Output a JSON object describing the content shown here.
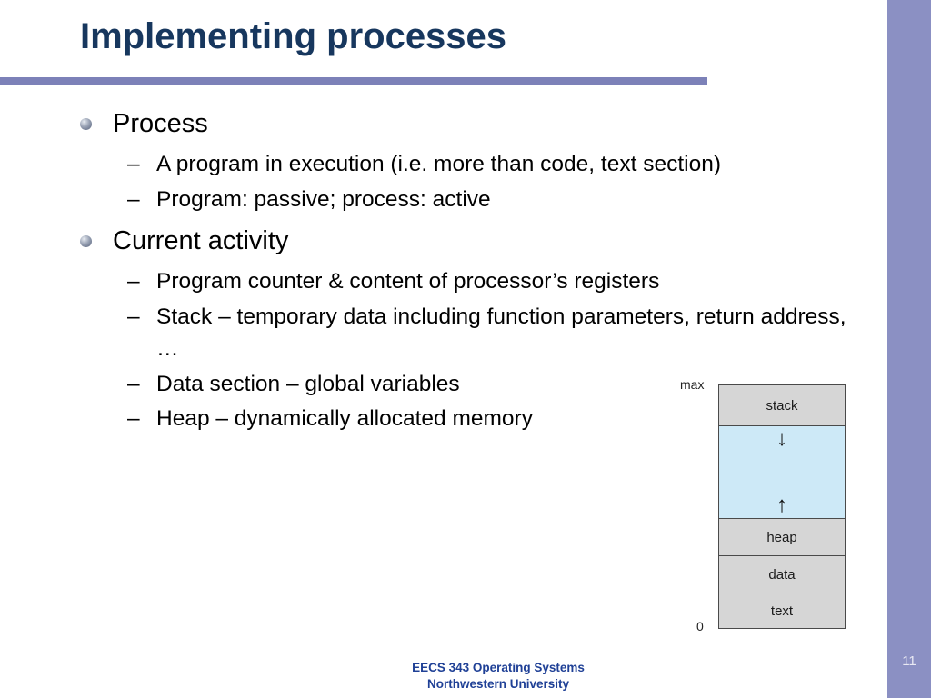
{
  "slide": {
    "title": "Implementing processes",
    "page_number": "11",
    "footer": {
      "line1": "EECS 343 Operating Systems",
      "line2": "Northwestern University"
    }
  },
  "content": {
    "dash": "–",
    "items": [
      {
        "level": 1,
        "text": "Process"
      },
      {
        "level": 2,
        "text": "A program in execution (i.e. more than code, text section)"
      },
      {
        "level": 2,
        "text": "Program: passive; process: active"
      },
      {
        "level": 1,
        "text": "Current activity"
      },
      {
        "level": 2,
        "text": "Program counter & content of processor’s registers"
      },
      {
        "level": 2,
        "text": "Stack – temporary data including function parameters, return address, …"
      },
      {
        "level": 2,
        "text": "Data section – global variables"
      },
      {
        "level": 2,
        "text": "Heap – dynamically allocated memory"
      }
    ]
  },
  "diagram": {
    "max_label": "max",
    "zero_label": "0",
    "arrow_down": "↓",
    "arrow_up": "↑",
    "sections": {
      "stack": "stack",
      "heap": "heap",
      "data": "data",
      "text": "text"
    }
  },
  "colors": {
    "side_band": "#8b90c3",
    "title_rule": "#7c81b8",
    "title_text": "#17375e",
    "footer_text": "#1f4096",
    "free_space_fill": "#cde9f7",
    "section_fill": "#d6d6d6"
  }
}
